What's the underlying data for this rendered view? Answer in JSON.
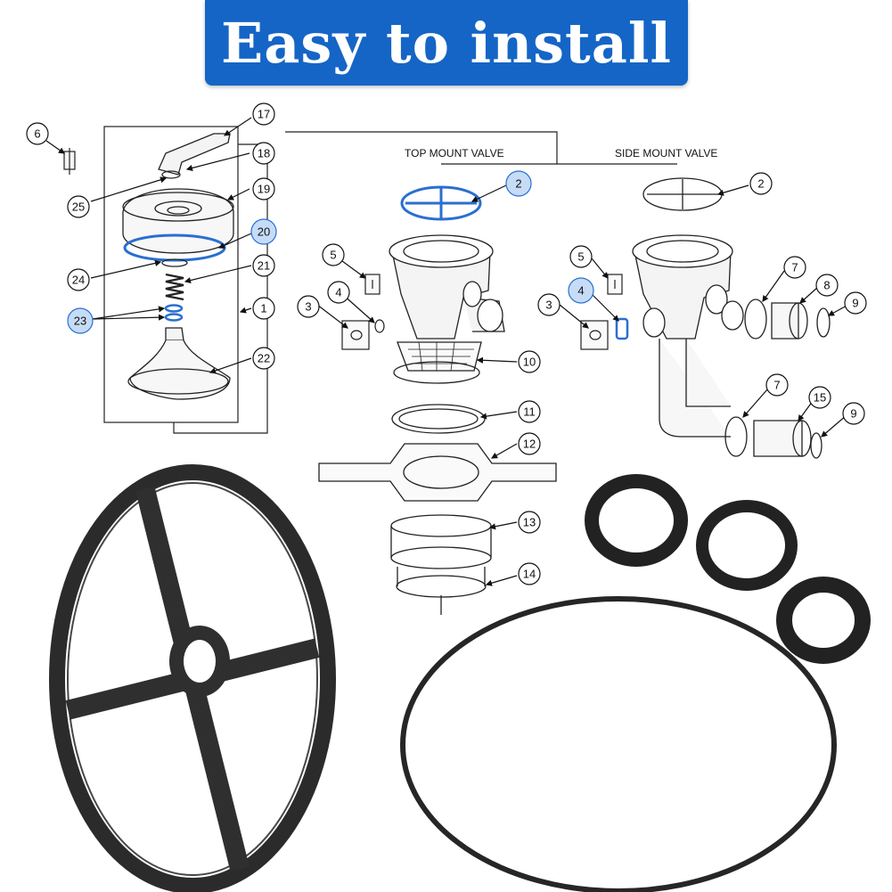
{
  "banner": {
    "title": "Easy to install",
    "color": "#1565c6"
  },
  "headings": {
    "top_mount": "TOP MOUNT VALVE",
    "side_mount": "SIDE MOUNT VALVE"
  },
  "callouts": {
    "c6": "6",
    "c17": "17",
    "c18": "18",
    "c19": "19",
    "c20": "20",
    "c21": "21",
    "c22": "22",
    "c23": "23",
    "c24": "24",
    "c25": "25",
    "c1": "1",
    "t2": "2",
    "t5": "5",
    "t4": "4",
    "t3": "3",
    "t10": "10",
    "t11": "11",
    "t12": "12",
    "t13": "13",
    "t14": "14",
    "s2": "2",
    "s5": "5",
    "s4": "4",
    "s3": "3",
    "s7a": "7",
    "s8": "8",
    "s9a": "9",
    "s7b": "7",
    "s15": "15",
    "s9b": "9"
  },
  "highlight_color": "#9fc4ef",
  "parts_shown": [
    "spider-gasket",
    "o-ring-large",
    "o-ring-small-1",
    "o-ring-small-2",
    "o-ring-small-3"
  ]
}
